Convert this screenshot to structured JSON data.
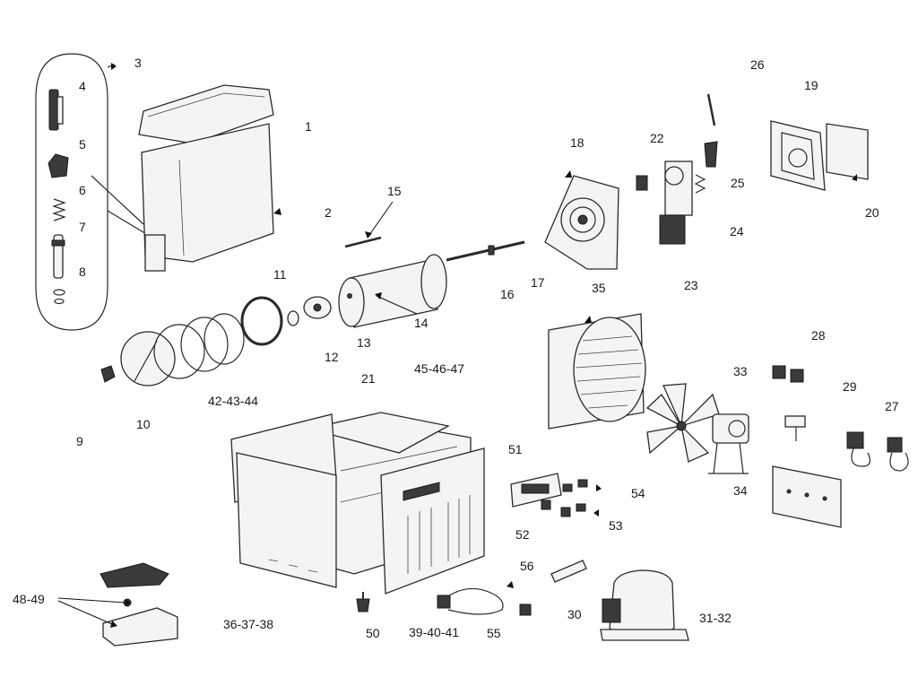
{
  "labels": {
    "l1": "1",
    "l2": "2",
    "l3": "3",
    "l4": "4",
    "l5": "5",
    "l6": "6",
    "l7": "7",
    "l8": "8",
    "l9": "9",
    "l10": "10",
    "l11": "11",
    "l12": "12",
    "l13": "13",
    "l14": "14",
    "l15": "15",
    "l16": "16",
    "l17": "17",
    "l18": "18",
    "l19": "19",
    "l20": "20",
    "l21": "21",
    "l22": "22",
    "l23": "23",
    "l24": "24",
    "l25": "25",
    "l26": "26",
    "l27": "27",
    "l28": "28",
    "l29": "29",
    "l30": "30",
    "l31_32": "31-32",
    "l33": "33",
    "l34": "34",
    "l35": "35",
    "l36_37_38": "36-37-38",
    "l39_40_41": "39-40-41",
    "l42_43_44": "42-43-44",
    "l45_46_47": "45-46-47",
    "l48_49": "48-49",
    "l50": "50",
    "l51": "51",
    "l52": "52",
    "l53": "53",
    "l54": "54",
    "l55": "55",
    "l56": "56"
  }
}
